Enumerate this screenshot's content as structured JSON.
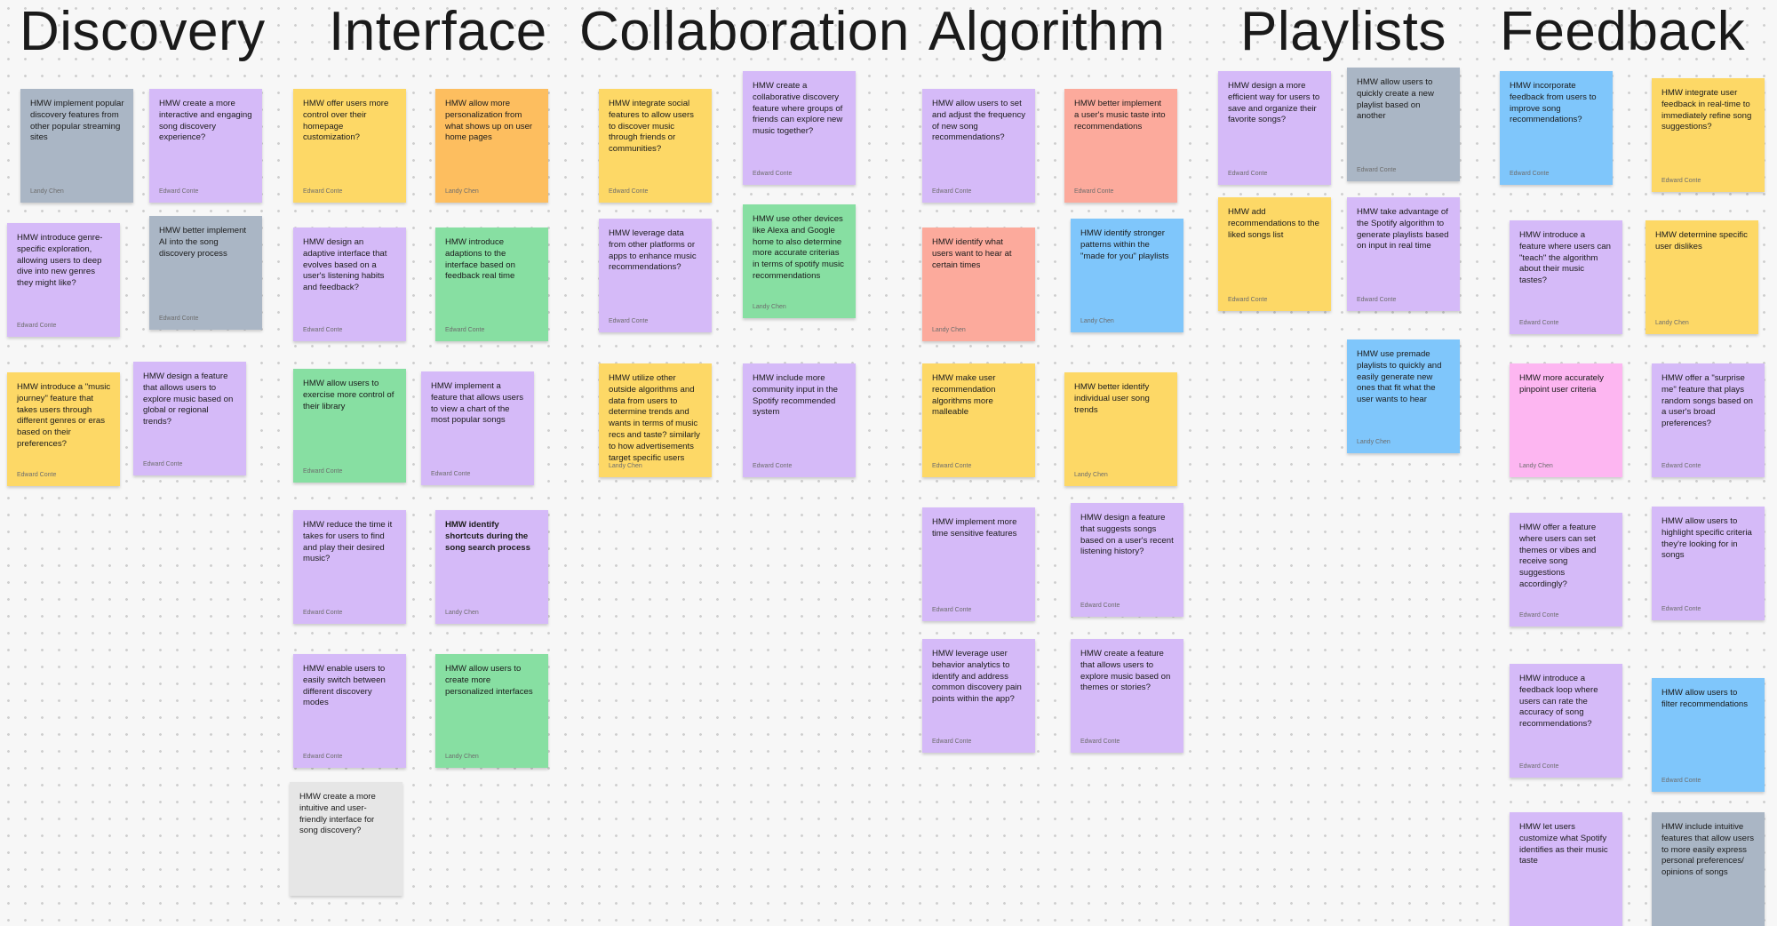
{
  "colors": {
    "gray": "#aab6c5",
    "purple": "#d5baf8",
    "yellow": "#fdd866",
    "orange": "#fdbe5f",
    "green": "#87dfa2",
    "salmon": "#fcaa9c",
    "blue": "#7fc6fb",
    "pink": "#fdb6f1",
    "light": "#e6e6e6"
  },
  "columns": [
    {
      "title": "Discovery"
    },
    {
      "title": "Interface"
    },
    {
      "title": "Collaboration"
    },
    {
      "title": "Algorithm"
    },
    {
      "title": "Playlists"
    },
    {
      "title": "Feedback"
    }
  ],
  "stickies": [
    {
      "col": 0,
      "color": "gray",
      "text": "HMW implement popular discovery features from other popular streaming sites",
      "author": "Landy Chen"
    },
    {
      "col": 0,
      "color": "purple",
      "text": "HMW create a more interactive and engaging song discovery experience?",
      "author": "Edward Conte"
    },
    {
      "col": 0,
      "color": "purple",
      "text": "HMW introduce genre-specific exploration, allowing users to deep dive into new genres they might like?",
      "author": "Edward Conte"
    },
    {
      "col": 0,
      "color": "gray",
      "text": "HMW better implement AI into the song discovery process",
      "author": "Edward Conte"
    },
    {
      "col": 0,
      "color": "yellow",
      "text": "HMW introduce a \"music journey\" feature that takes users through different genres or eras based on their preferences?",
      "author": "Edward Conte"
    },
    {
      "col": 0,
      "color": "purple",
      "text": "HMW design a feature that allows users to explore music based on global or regional trends?",
      "author": "Edward Conte"
    },
    {
      "col": 1,
      "color": "yellow",
      "text": "HMW offer users more control over their homepage customization?",
      "author": "Edward Conte"
    },
    {
      "col": 1,
      "color": "orange",
      "text": "HMW allow more personalization from what shows up on user home pages",
      "author": "Landy Chen"
    },
    {
      "col": 1,
      "color": "purple",
      "text": "HMW design an adaptive interface that evolves based on a user's listening habits and feedback?",
      "author": "Edward Conte"
    },
    {
      "col": 1,
      "color": "green",
      "text": "HMW introduce adaptions to the interface based on feedback real time",
      "author": "Edward Conte"
    },
    {
      "col": 1,
      "color": "green",
      "text": "HMW allow users to exercise more control of their library",
      "author": "Edward Conte"
    },
    {
      "col": 1,
      "color": "purple",
      "text": "HMW implement a feature that allows users to view a chart of the most popular songs",
      "author": "Edward Conte"
    },
    {
      "col": 1,
      "color": "purple",
      "text": "HMW reduce the time it takes for users to find and play their desired music?",
      "author": "Edward Conte"
    },
    {
      "col": 1,
      "color": "purple",
      "bold": true,
      "text": "HMW identify shortcuts during the song search process",
      "author": "Landy Chen"
    },
    {
      "col": 1,
      "color": "purple",
      "text": "HMW enable users to easily switch between different discovery modes",
      "author": "Edward Conte"
    },
    {
      "col": 1,
      "color": "green",
      "text": "HMW allow users to create more personalized interfaces",
      "author": "Landy Chen"
    },
    {
      "col": 1,
      "color": "light",
      "text": "HMW create a more intuitive and user-friendly interface for song discovery?",
      "author": ""
    },
    {
      "col": 2,
      "color": "yellow",
      "text": "HMW integrate social features to allow users to discover music through friends or communities?",
      "author": "Edward Conte"
    },
    {
      "col": 2,
      "color": "purple",
      "text": "HMW create a collaborative discovery feature where groups of friends can explore new music together?",
      "author": "Edward Conte"
    },
    {
      "col": 2,
      "color": "purple",
      "text": "HMW leverage data from other platforms or apps to enhance music recommendations?",
      "author": "Edward Conte"
    },
    {
      "col": 2,
      "color": "green",
      "text": "HMW use other devices like Alexa and Google home to also determine more accurate criterias in terms of spotify music recommendations",
      "author": "Landy Chen"
    },
    {
      "col": 2,
      "color": "yellow",
      "text": "HMW utilize other outside algorithms and data from users to determine trends and wants in terms of music recs and taste? similarly to how advertisements target specific users",
      "author": "Landy Chen"
    },
    {
      "col": 2,
      "color": "purple",
      "text": "HMW include more community input in the Spotify recommended system",
      "author": "Edward Conte"
    },
    {
      "col": 3,
      "color": "purple",
      "text": "HMW allow users to set and adjust the frequency of new song recommendations?",
      "author": "Edward Conte"
    },
    {
      "col": 3,
      "color": "salmon",
      "text": "HMW better implement a user's music taste into recommendations",
      "author": "Edward Conte"
    },
    {
      "col": 3,
      "color": "salmon",
      "text": "HMW identify what users want to hear at certain times",
      "author": "Landy Chen"
    },
    {
      "col": 3,
      "color": "blue",
      "text": "HMW identify stronger patterns within the \"made for you\" playlists",
      "author": "Landy Chen"
    },
    {
      "col": 3,
      "color": "yellow",
      "text": "HMW make user recommendation algorithms more malleable",
      "author": "Edward Conte"
    },
    {
      "col": 3,
      "color": "yellow",
      "text": "HMW better identify individual user song trends",
      "author": "Landy Chen"
    },
    {
      "col": 3,
      "color": "purple",
      "text": "HMW implement more time sensitive features",
      "author": "Edward Conte"
    },
    {
      "col": 3,
      "color": "purple",
      "text": "HMW design a feature that suggests songs based on a user's recent listening history?",
      "author": "Edward Conte"
    },
    {
      "col": 3,
      "color": "purple",
      "text": "HMW leverage user behavior analytics to identify and address common discovery pain points within the app?",
      "author": "Edward Conte"
    },
    {
      "col": 3,
      "color": "purple",
      "text": "HMW create a feature that allows users to explore music based on themes or stories?",
      "author": "Edward Conte"
    },
    {
      "col": 4,
      "color": "purple",
      "text": "HMW design a more efficient way for users to save and organize their favorite songs?",
      "author": "Edward Conte"
    },
    {
      "col": 4,
      "color": "gray",
      "text": "HMW allow users to quickly create a new playlist based on another",
      "author": "Edward Conte"
    },
    {
      "col": 4,
      "color": "yellow",
      "text": "HMW add recommendations to the liked songs list",
      "author": "Edward Conte"
    },
    {
      "col": 4,
      "color": "purple",
      "text": "HMW take advantage of the Spotify algorithm to generate playlists based on input in real time",
      "author": "Edward Conte"
    },
    {
      "col": 4,
      "color": "blue",
      "text": "HMW use premade playlists to quickly and easily generate new ones that fit what the user wants to hear",
      "author": "Landy Chen"
    },
    {
      "col": 5,
      "color": "blue",
      "text": "HMW incorporate feedback from users to improve song recommendations?",
      "author": "Edward Conte"
    },
    {
      "col": 5,
      "color": "yellow",
      "text": "HMW integrate user feedback in real-time to immediately refine song suggestions?",
      "author": "Edward Conte"
    },
    {
      "col": 5,
      "color": "purple",
      "text": "HMW introduce a feature where users can \"teach\" the algorithm about their music tastes?",
      "author": "Edward Conte"
    },
    {
      "col": 5,
      "color": "yellow",
      "text": "HMW determine specific user dislikes",
      "author": "Landy Chen"
    },
    {
      "col": 5,
      "color": "pink",
      "text": "HMW more accurately pinpoint user criteria",
      "author": "Landy Chen"
    },
    {
      "col": 5,
      "color": "purple",
      "text": "HMW offer a \"surprise me\" feature that plays random songs based on a user's broad preferences?",
      "author": "Edward Conte"
    },
    {
      "col": 5,
      "color": "purple",
      "text": "HMW offer a feature where users can set themes or vibes and receive song suggestions accordingly?",
      "author": "Edward Conte"
    },
    {
      "col": 5,
      "color": "purple",
      "text": "HMW allow users to highlight specific criteria they're looking for in songs",
      "author": "Edward Conte"
    },
    {
      "col": 5,
      "color": "purple",
      "text": "HMW introduce a feedback loop where users can rate the accuracy of song recommendations?",
      "author": "Edward Conte"
    },
    {
      "col": 5,
      "color": "blue",
      "text": "HMW allow users to filter recommendations",
      "author": "Edward Conte"
    },
    {
      "col": 5,
      "color": "purple",
      "text": "HMW let users customize what Spotify identifies as their music taste",
      "author": ""
    },
    {
      "col": 5,
      "color": "gray",
      "text": "HMW include intuitive features that allow users to more easily express personal preferences/ opinions of songs",
      "author": ""
    }
  ]
}
